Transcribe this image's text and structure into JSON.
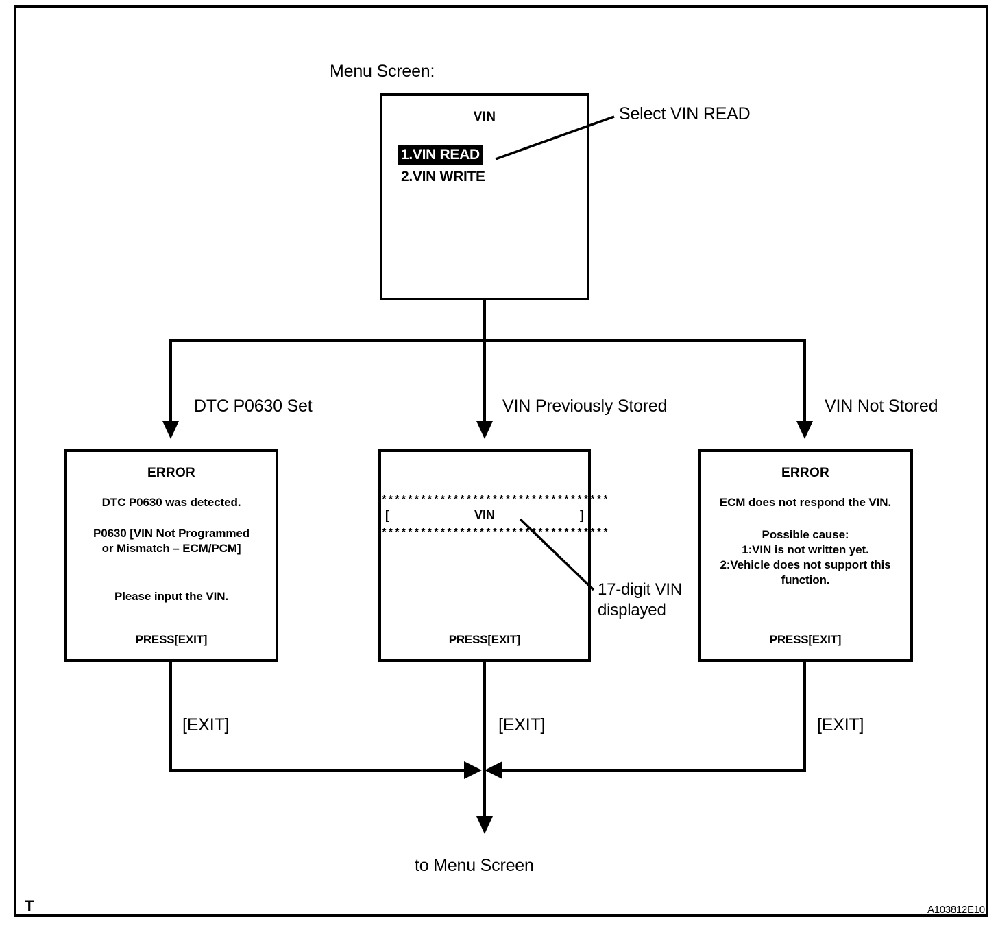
{
  "page": {
    "corner_mark": "T",
    "figure_code": "A103812E10"
  },
  "menu": {
    "caption": "Menu Screen:",
    "screen_title": "VIN",
    "items": [
      {
        "label": "1.VIN READ",
        "selected": true
      },
      {
        "label": "2.VIN WRITE",
        "selected": false
      }
    ],
    "callout": "Select VIN READ"
  },
  "branches": [
    {
      "label": "DTC P0630 Set"
    },
    {
      "label": "VIN Previously Stored"
    },
    {
      "label": "VIN Not Stored"
    }
  ],
  "screens": {
    "error_dtc": {
      "title": "ERROR",
      "line1": "DTC P0630 was detected.",
      "line2": "P0630  [VIN Not Programmed",
      "line3": "or Mismatch – ECM/PCM]",
      "line4": "Please input the VIN.",
      "press": "PRESS[EXIT]"
    },
    "vin_stored": {
      "asterisks_top": "***********************************",
      "bracket_left": "[",
      "vin_label": "VIN",
      "bracket_right": "]",
      "asterisks_bottom": "***********************************",
      "press": "PRESS[EXIT]",
      "callout_line1": "17-digit VIN",
      "callout_line2": "displayed"
    },
    "error_no_vin": {
      "title": "ERROR",
      "line1": "ECM does not respond the VIN.",
      "line2": "Possible cause:",
      "line3": "1:VIN is not written yet.",
      "line4": "2:Vehicle does not support this",
      "line5": "function.",
      "press": "PRESS[EXIT]"
    }
  },
  "exits": [
    {
      "label": "[EXIT]"
    },
    {
      "label": "[EXIT]"
    },
    {
      "label": "[EXIT]"
    }
  ],
  "footer": {
    "return_label": "to Menu Screen"
  }
}
